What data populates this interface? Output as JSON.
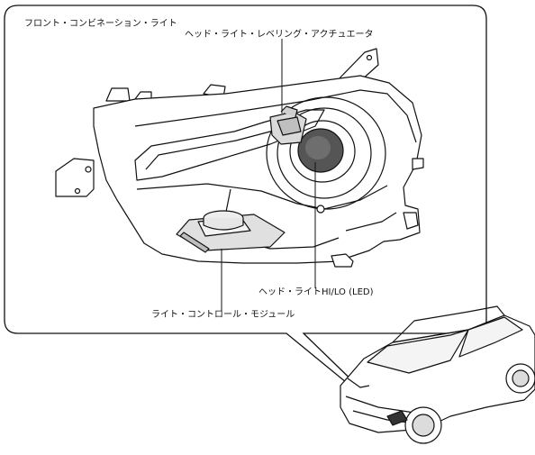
{
  "diagram": {
    "title": "フロント・コンビネーション・ライト",
    "labels": {
      "leveling_actuator": "ヘッド・ライト・レベリング・アクチュエータ",
      "headlight_hilo": "ヘッド・ライトHI/LO (LED)",
      "light_control_module": "ライト・コントロール・モジュール"
    }
  }
}
